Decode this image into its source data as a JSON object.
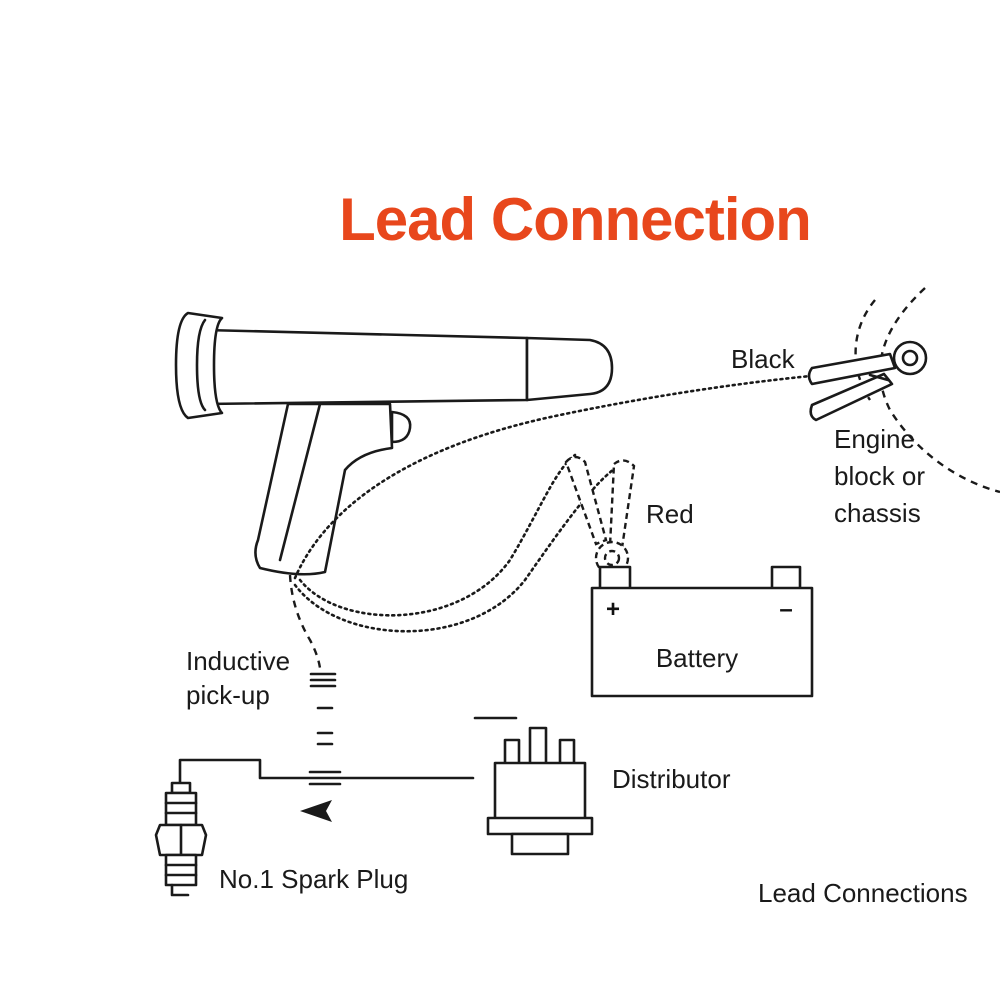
{
  "title": "Lead Connection",
  "labels": {
    "black": "Black",
    "engine_line1": "Engine",
    "engine_line2": "block or",
    "engine_line3": "chassis",
    "red": "Red",
    "battery": "Battery",
    "plus": "+",
    "minus": "–",
    "inductive_line1": "Inductive",
    "inductive_line2": "pick-up",
    "distributor": "Distributor",
    "spark_plug": "No.1 Spark Plug",
    "footer": "Lead Connections"
  },
  "colors": {
    "title": "#e8471c",
    "ink": "#1a1a1a",
    "background": "#ffffff"
  }
}
